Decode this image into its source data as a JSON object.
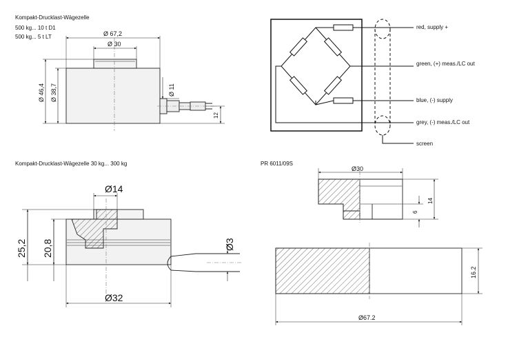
{
  "panel1": {
    "title": "Kompakt-Drucklast-Wägezelle",
    "range_d1": "500 kg... 10 t D1",
    "range_lt": "500 kg... 5 t LT",
    "dim_outer_diameter": "Ø 67,2",
    "dim_top_diameter": "Ø 30",
    "dim_total_height": "Ø 46,4",
    "dim_body_height": "Ø 38,7",
    "dim_connector": "Ø 11",
    "dim_connector_height": "12"
  },
  "wiring": {
    "wire_red": "red, supply +",
    "wire_green": "green, (+) meas./LC out",
    "wire_blue": "blue, (-) supply",
    "wire_grey": "grey, (-) meas./LC out",
    "screen": "screen"
  },
  "panel2": {
    "title": "Kompakt-Drucklast-Wägezelle 30 kg... 300 kg",
    "dim_top_diameter": "Ø14",
    "dim_total_height": "25,2",
    "dim_body_height": "20,8",
    "dim_cable": "Ø3",
    "dim_base_diameter": "Ø32"
  },
  "panel3": {
    "title": "PR 6011/09S",
    "dim_top_diameter": "Ø30",
    "dim_height_14": "14",
    "dim_height_6": "6",
    "dim_plate_height": "16.2",
    "dim_plate_diameter": "Ø67.2"
  }
}
